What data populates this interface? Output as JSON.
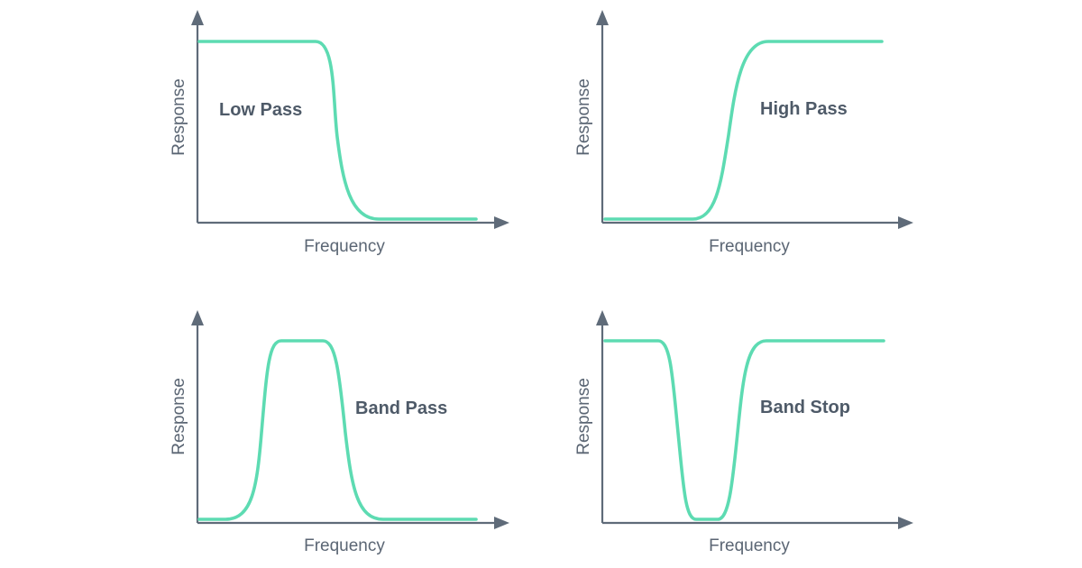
{
  "colors": {
    "curve": "#5ddbb2",
    "axis": "#5f6b79",
    "text": "#5b6674",
    "background": "#ffffff"
  },
  "panels": [
    {
      "name": "Low Pass",
      "x_label": "Frequency",
      "y_label": "Response",
      "response": "low-pass"
    },
    {
      "name": "High Pass",
      "x_label": "Frequency",
      "y_label": "Response",
      "response": "high-pass"
    },
    {
      "name": "Band Pass",
      "x_label": "Frequency",
      "y_label": "Response",
      "response": "band-pass"
    },
    {
      "name": "Band Stop",
      "x_label": "Frequency",
      "y_label": "Response",
      "response": "band-stop"
    }
  ]
}
